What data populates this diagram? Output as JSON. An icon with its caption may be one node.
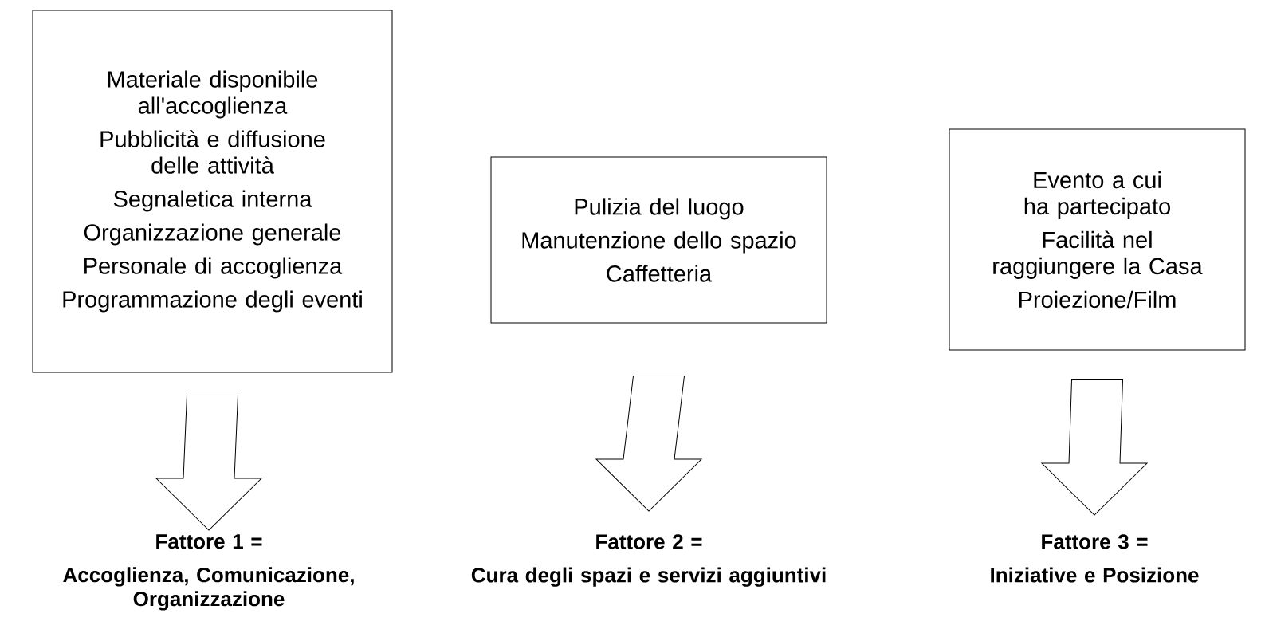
{
  "diagram": {
    "nodes": [
      {
        "text": [
          "Materiale disponibile all'accoglienza",
          "Pubblicità e diffusione delle attività",
          "Segnaletica interna",
          "Organizzazione generale",
          "Personale di accoglienza",
          "Programmazione degli eventi"
        ]
      },
      {
        "text": [
          "Pulizia del luogo",
          "Manutenzione dello spazio",
          "Caffetteria"
        ]
      },
      {
        "text": [
          "Evento a cui ha partecipato",
          "Facilità nel raggiungere la Casa",
          "Proiezione/Film"
        ]
      },
      {
        "text": [
          "Fattore 1 =",
          "Accoglienza, Comunicazione, Organizzazione"
        ]
      },
      {
        "text": [
          "Fattore 2 =",
          "Cura degli spazi e servizi aggiuntivi"
        ]
      },
      {
        "text": [
          "Fattore 3 =",
          "Iniziative e Posizione"
        ]
      }
    ],
    "edges": [
      {
        "from": 0,
        "to": 3,
        "arrow": "to"
      },
      {
        "from": 1,
        "to": 4,
        "arrow": "to"
      },
      {
        "from": 2,
        "to": 5,
        "arrow": "to"
      }
    ]
  }
}
